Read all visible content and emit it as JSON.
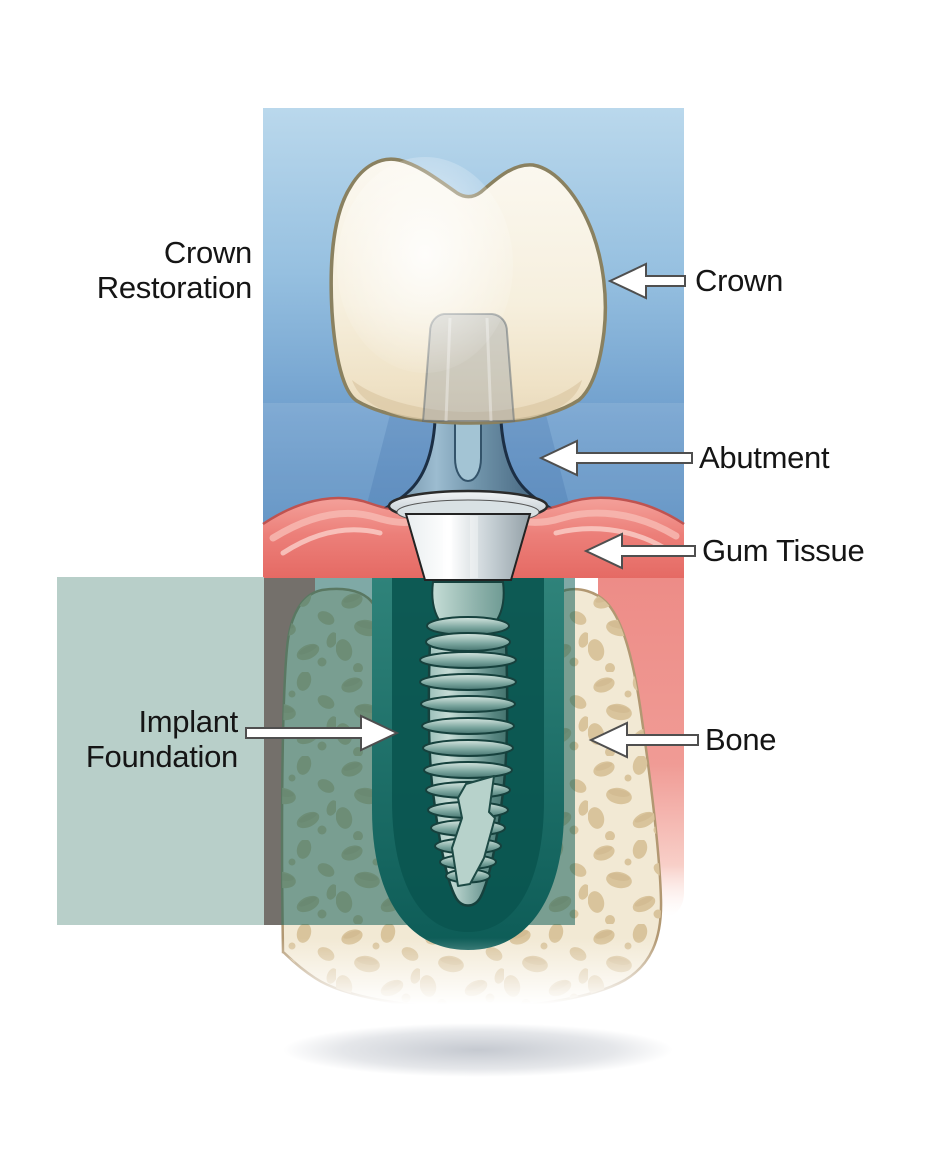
{
  "figure": {
    "type": "medical-diagram",
    "subject": "Dental implant cross-section anatomy",
    "labels": {
      "crown_restoration_line1": "Crown",
      "crown_restoration_line2": "Restoration",
      "crown": "Crown",
      "abutment": "Abutment",
      "gum_tissue": "Gum Tissue",
      "bone": "Bone",
      "implant_foundation_line1": "Implant",
      "implant_foundation_line2": "Foundation"
    },
    "colors": {
      "background": "#ffffff",
      "sky_panel_top": "#bad8ec",
      "sky_panel_bottom": "#4c83ba",
      "crown_enamel": "#f9f4e8",
      "crown_outline": "#8a8160",
      "abutment_metal_blue": "#7d9cb3",
      "polished_collar": "#dfe6ea",
      "gum_pink": "#ec7f79",
      "gum_outline": "#bf5350",
      "bone_cream": "#f2e9d4",
      "bone_pore_tan": "#d9c49c",
      "implant_teal": "#8db2ac",
      "socket_teal_dark": "#0d5c57",
      "foundation_overlay_sage": "#b8cfc9",
      "arrow_fill": "#ffffff",
      "arrow_outline": "#4f4f4f",
      "label_text": "#151515"
    }
  }
}
